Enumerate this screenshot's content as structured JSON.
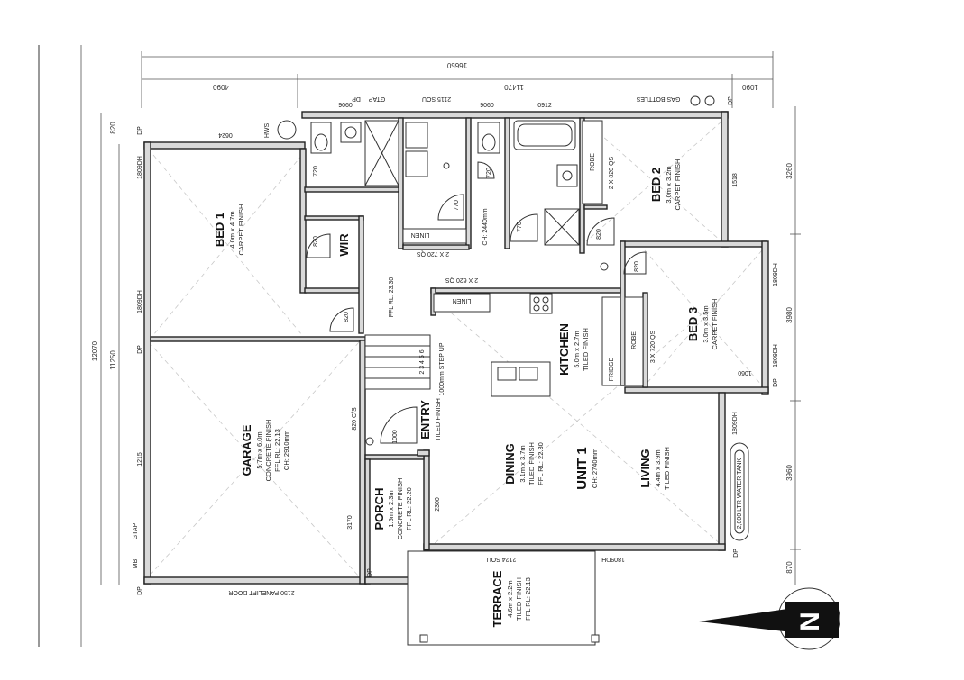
{
  "dimensions": {
    "overall_width": "16650",
    "seg_left": "4090",
    "seg_mid": "11470",
    "seg_right": "1090",
    "left_overall": "12070",
    "left_inner": "11250",
    "left_top": "820",
    "right_1": "3260",
    "right_2": "3980",
    "right_3": "3960",
    "right_4": "870"
  },
  "rooms": {
    "bed1": {
      "name": "BED 1",
      "size": "4.0m x 4.7m",
      "finish": "CARPET FINISH"
    },
    "bed2": {
      "name": "BED 2",
      "size": "3.0m x 3.2m",
      "finish": "CARPET FINISH"
    },
    "bed3": {
      "name": "BED 3",
      "size": "3.0m x 3.5m",
      "finish": "CARPET FINISH"
    },
    "wir": {
      "name": "WIR"
    },
    "garage": {
      "name": "GARAGE",
      "size": "5.7m x 6.0m",
      "finish": "CONCRETE FINISH",
      "ffl": "FFL RL: 22.13",
      "ch": "CH: 2910mm"
    },
    "porch": {
      "name": "PORCH",
      "size": "1.5m x 2.3m",
      "finish": "CONCRETE FINISH",
      "ffl": "FFL RL: 22.20"
    },
    "entry": {
      "name": "ENTRY",
      "finish": "TILED FINISH"
    },
    "kitchen": {
      "name": "KITCHEN",
      "size": "5.0m x 2.7m",
      "finish": "TILED FINISH"
    },
    "dining": {
      "name": "DINING",
      "size": "3.1m x 3.7m",
      "finish": "TILED FINISH",
      "ffl": "FFL RL: 22.30"
    },
    "unit": {
      "name": "UNIT 1",
      "ch": "CH: 2740mm"
    },
    "living": {
      "name": "LIVING",
      "size": "4.4m x 3.9m",
      "finish": "TILED FINISH"
    },
    "terrace": {
      "name": "TERRACE",
      "size": "4.6m x 2.2m",
      "finish": "TILED FINISH",
      "ffl": "FFL RL: 22.13"
    }
  },
  "labels": {
    "gas_bottles": "GAS BOTTLES",
    "gtap_top": "GTAP",
    "gtap_left": "GTAP",
    "dp": "DP",
    "hws": "HWS",
    "linen": "LINEN",
    "linen2": "LINEN",
    "robe": "ROBE",
    "robe2": "ROBE",
    "fridge": "FRIDGE",
    "water_tank": "2,000 LTR WATER TANK",
    "panelift": "2150 PANELIFT DOOR",
    "step_up": "1000mm STEP UP",
    "ch_hall": "CH: 2440mm",
    "ffl_hall": "FFL RL: 23.30",
    "stairs": "2 3 4 5 6",
    "mb": "MB",
    "cs": "820 C/S",
    "sou_top": "2115 SOU",
    "sou_bottom": "2124 SOU",
    "qs_2x820": "2 X 820 QS",
    "qs_2x720": "2 X 720 QS",
    "qs_2x620": "2 X 620 QS",
    "qs_3x720": "3 X 720 QS",
    "w9060a": "9060",
    "w9060b": "9060",
    "w0912": "0912",
    "w0624": "0624",
    "w1809a": "1809DH",
    "w1809b": "1809DH",
    "w1809c": "1809DH",
    "w1809d": "1809DH",
    "w1809e": "1809DH",
    "w1809f": "1809DH",
    "w1518": "1518",
    "w1215": "1215",
    "w3170": "3170",
    "w2300": "2300",
    "w1060": "1060",
    "d720a": "720",
    "d720b": "720",
    "d770a": "770",
    "d770b": "770",
    "d820a": "820",
    "d820b": "820",
    "d820c": "820",
    "d820d": "820",
    "d1000": "1000",
    "north": "N"
  }
}
